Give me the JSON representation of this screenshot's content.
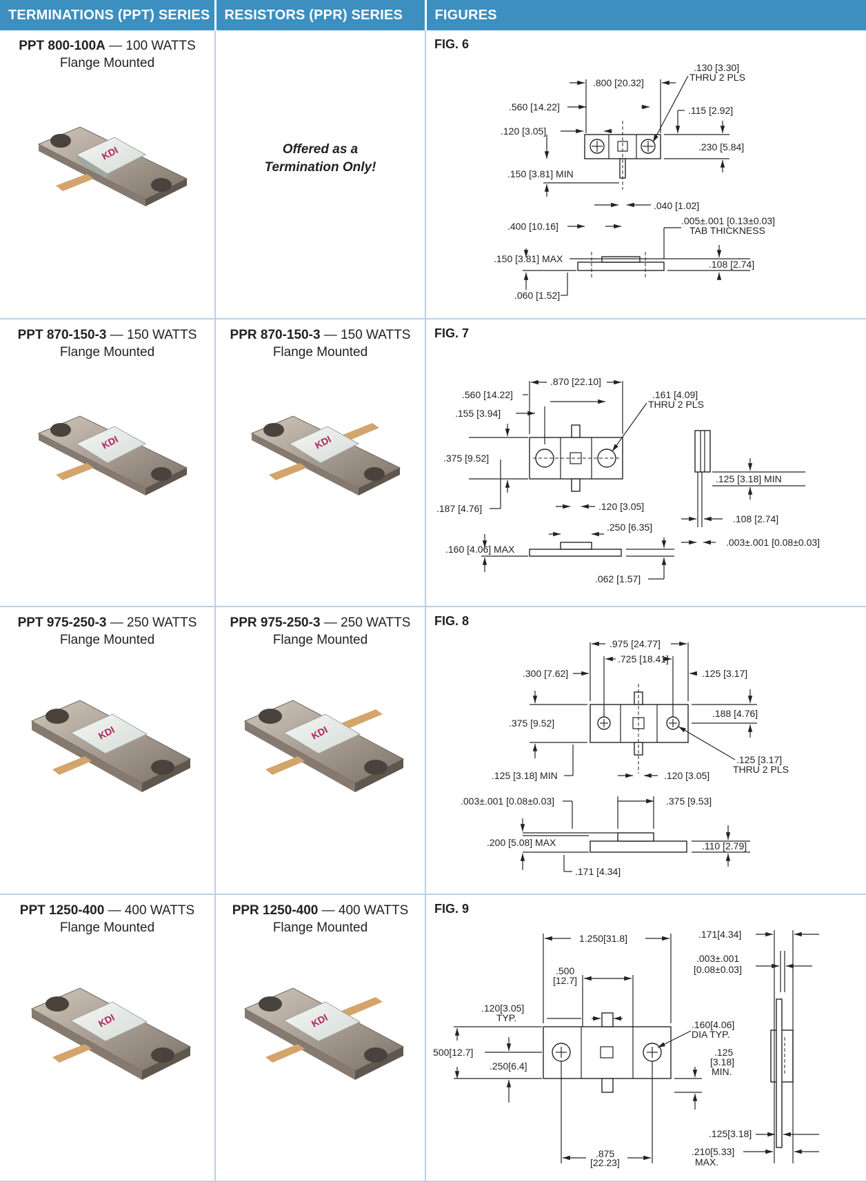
{
  "headers": {
    "terminations": "TERMINATIONS (PPT) SERIES",
    "resistors": "RESISTORS (PPR) SERIES",
    "figures": "FIGURES"
  },
  "logo_text": "KDI",
  "rows": [
    {
      "ppt_part": "PPT 800-100A",
      "ppt_power": " — 100 WATTS",
      "ppt_mount": "Flange Mounted",
      "ppr_offered": "Offered as a",
      "ppr_only": "Termination Only!",
      "fig": "FIG. 6",
      "dims": {
        "d1": ".800 [20.32]",
        "d2a": ".130 [3.30]",
        "d2b": "THRU 2 PLS",
        "d3": ".560 [14.22]",
        "d4": ".115 [2.92]",
        "d5": ".120 [3.05]",
        "d6": ".230 [5.84]",
        "d7": ".150 [3.81] MIN",
        "d8": ".040 [1.02]",
        "d9": ".400 [10.16]",
        "d10a": ".005±.001 [0.13±0.03]",
        "d10b": "TAB THICKNESS",
        "d11": ".150 [3.81] MAX",
        "d12": ".108 [2.74]",
        "d13": ".060 [1.52]"
      }
    },
    {
      "ppt_part": "PPT 870-150-3",
      "ppt_power": " — 150 WATTS",
      "ppt_mount": "Flange Mounted",
      "ppr_part": "PPR 870-150-3",
      "ppr_power": " — 150 WATTS",
      "ppr_mount": "Flange Mounted",
      "fig": "FIG. 7",
      "dims": {
        "d1": ".870 [22.10]",
        "d2": ".560 [14.22]",
        "d3a": ".161 [4.09]",
        "d3b": "THRU 2 PLS",
        "d4": ".155 [3.94]",
        "d5": ".375 [9.52]",
        "d6": ".125 [3.18] MIN",
        "d7": ".187 [4.76]",
        "d8": ".120 [3.05]",
        "d9": ".108 [2.74]",
        "d10": ".250 [6.35]",
        "d11": ".003±.001 [0.08±0.03]",
        "d12": ".160 [4.06] MAX",
        "d13": ".062 [1.57]"
      }
    },
    {
      "ppt_part": "PPT 975-250-3",
      "ppt_power": " — 250 WATTS",
      "ppt_mount": "Flange Mounted",
      "ppr_part": "PPR 975-250-3",
      "ppr_power": " — 250 WATTS",
      "ppr_mount": "Flange Mounted",
      "fig": "FIG. 8",
      "dims": {
        "d1": ".975 [24.77]",
        "d2": ".725 [18.41]",
        "d3": ".300 [7.62]",
        "d4": ".125 [3.17]",
        "d5": ".188 [4.76]",
        "d6": ".375 [9.52]",
        "d7a": ".125 [3.17]",
        "d7b": "THRU 2 PLS",
        "d8": ".125 [3.18] MIN",
        "d9": ".120 [3.05]",
        "d10": ".003±.001 [0.08±0.03]",
        "d11": ".375 [9.53]",
        "d12": ".200 [5.08] MAX",
        "d13": ".110 [2.79]",
        "d14": ".171 [4.34]"
      }
    },
    {
      "ppt_part": "PPT 1250-400",
      "ppt_power": " — 400 WATTS",
      "ppt_mount": "Flange Mounted",
      "ppr_part": "PPR 1250-400",
      "ppr_power": " — 400 WATTS",
      "ppr_mount": "Flange Mounted",
      "fig": "FIG. 9",
      "dims": {
        "d1": "1.250[31.8]",
        "d2": ".171[4.34]",
        "d3a": ".500",
        "d3b": "[12.7]",
        "d4a": ".003±.001",
        "d4b": "[0.08±0.03]",
        "d5a": ".120[3.05]",
        "d5b": "TYP.",
        "d6a": ".160[4.06]",
        "d6b": "DIA TYP.",
        "d7": "500[12.7]",
        "d8": ".250[6.4]",
        "d9a": ".125",
        "d9b": "[3.18]",
        "d9c": "MIN.",
        "d10": ".125[3.18]",
        "d11a": ".875",
        "d11b": "[22.23]",
        "d12a": ".210[5.33]",
        "d12b": "MAX."
      }
    }
  ]
}
